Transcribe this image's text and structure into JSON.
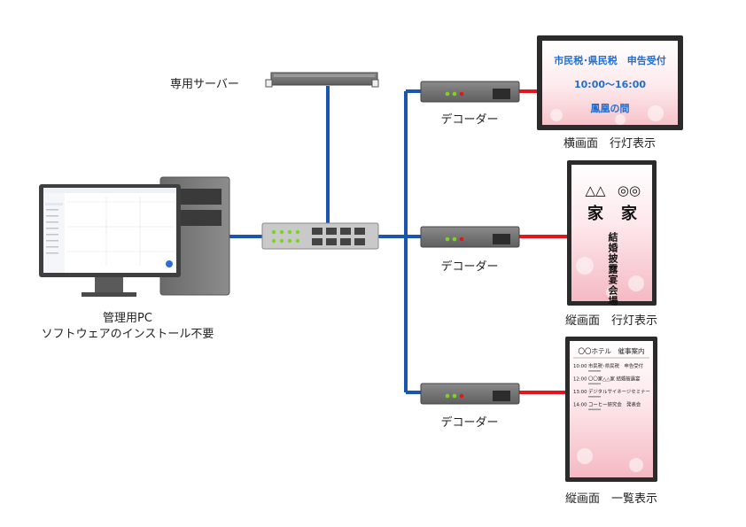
{
  "server": {
    "label": "専用サーバー"
  },
  "pc": {
    "label_line1": "管理用PC",
    "label_line2": "ソフトウェアのインストール不要"
  },
  "decoders": [
    {
      "label": "デコーダー"
    },
    {
      "label": "デコーダー"
    },
    {
      "label": "デコーダー"
    }
  ],
  "displays": [
    {
      "caption": "横画面　行灯表示",
      "line1": "市民税･県民税　申告受付",
      "line2": "10:00〜16:00",
      "line3": "鳳凰の間"
    },
    {
      "caption": "縦画面　行灯表示",
      "name1_mark": "△△",
      "name1": "家",
      "name2_mark": "◎◎",
      "name2": "家",
      "event": "結婚披露宴会場"
    },
    {
      "caption": "縦画面　一覧表示",
      "header": "〇〇ホテル　催事案内",
      "rows": [
        {
          "time": "10:00",
          "title": "市民税･県民税　申告受付"
        },
        {
          "time": "12:00",
          "title": "〇〇家△△家 結婚披露宴"
        },
        {
          "time": "13:00",
          "title": "デジタルサイネージセミナー"
        },
        {
          "time": "14:00",
          "title": "コーヒー研究会　発表会"
        }
      ]
    }
  ],
  "colors": {
    "lan": "#1a56b0",
    "hdmi": "#e8141c",
    "device": "#6e6e6e",
    "frame": "#2b2b2b",
    "accent": "#1f6fd1"
  }
}
